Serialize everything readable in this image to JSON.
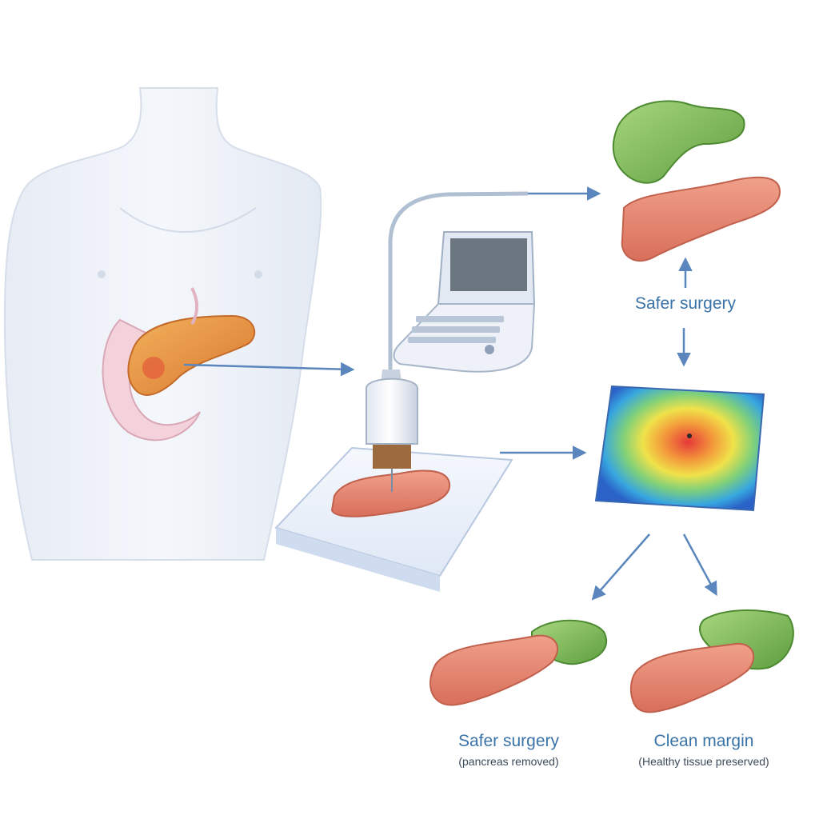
{
  "labels": {
    "top_right": "Safer surgery",
    "bottom_left_title": "Safer surgery",
    "bottom_left_sub": "(pancreas removed)",
    "bottom_right_title": "Clean margin",
    "bottom_right_sub": "(Healthy tissue preserved)"
  },
  "colors": {
    "body": "#dfe6f1",
    "pancreas": "#e59a4c",
    "tissue": "#e5846f",
    "gallbladder": "#7fba5a",
    "arrow": "#5a86bd",
    "heatmap_hot": "#e23b3b",
    "heatmap_cold": "#2a6fd0",
    "label": "#3a73a8"
  }
}
